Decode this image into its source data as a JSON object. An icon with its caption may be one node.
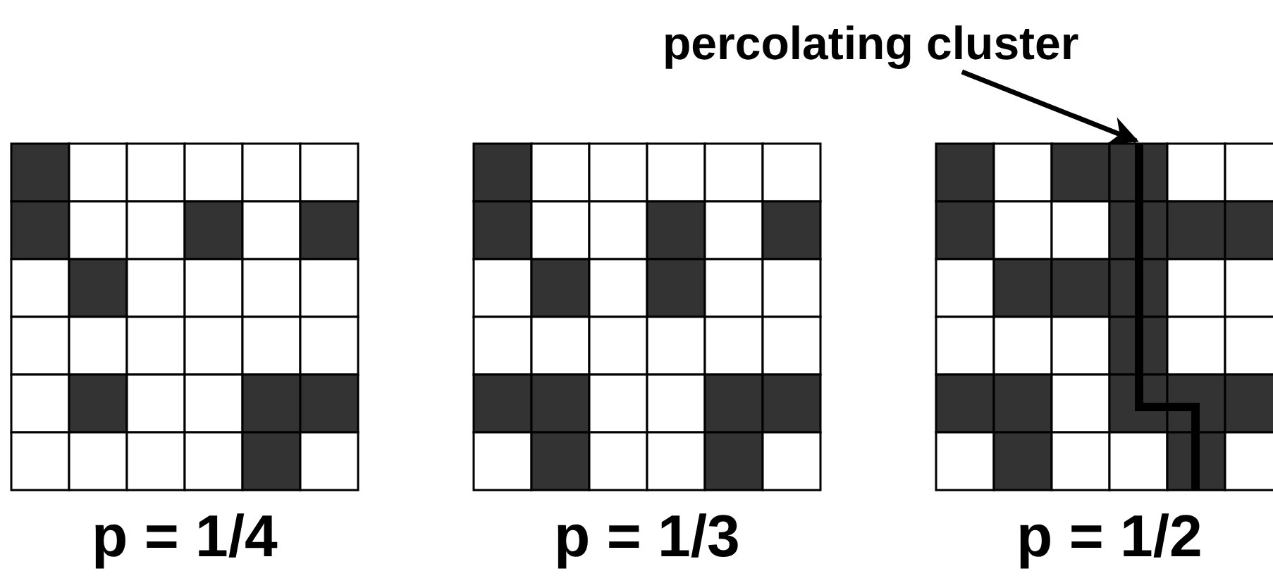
{
  "diagram": {
    "nodes": [
      {
        "text": [
          "percolating cluster"
        ]
      },
      {
        "text": [],
        "shape": "line"
      }
    ],
    "edges": [
      {
        "from": 0,
        "to": 1,
        "arrow": "to"
      }
    ],
    "labels": [
      "p = 1/4",
      "p = 1/3",
      "p = 1/2"
    ]
  }
}
